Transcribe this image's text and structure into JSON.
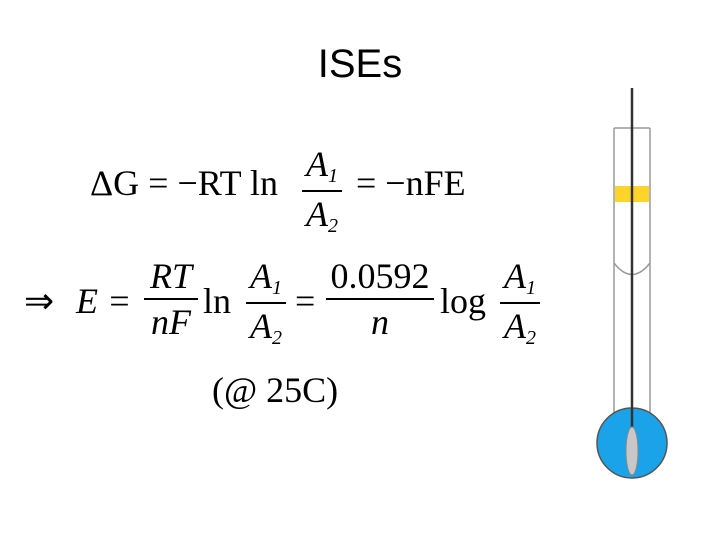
{
  "slide": {
    "title": "ISEs"
  },
  "equation1": {
    "delta_g": "ΔG = −RT ln",
    "num": "A",
    "num_sub": "1",
    "den": "A",
    "den_sub": "2",
    "rhs": "= −nFE"
  },
  "equation2": {
    "implies": "⇒",
    "e_equals": "E =",
    "frac1_num": "RT",
    "frac1_den": "nF",
    "ln": "ln",
    "frac2_num": "A",
    "frac2_num_sub": "1",
    "frac2_den": "A",
    "frac2_den_sub": "2",
    "equals": "=",
    "frac3_num": "0.0592",
    "frac3_den": "n",
    "log": "log",
    "frac4_num": "A",
    "frac4_num_sub": "1",
    "frac4_den": "A",
    "frac4_den_sub": "2"
  },
  "condition": "(@ 25C)",
  "colors": {
    "solution": "#1aa3e8",
    "membrane_band": "#ffd42a",
    "electrode_wire": "#333333",
    "outline": "#9a9a9a"
  }
}
